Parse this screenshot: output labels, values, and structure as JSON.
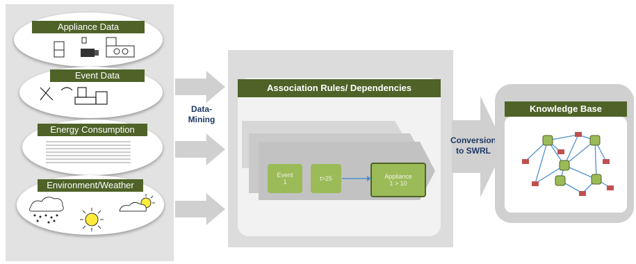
{
  "sources": {
    "appliance": "Appliance Data",
    "event": "Event Data",
    "energy": "Energy Consumption",
    "weather": "Environment/Weather"
  },
  "data_mining": "Data-\nMining",
  "association": {
    "header": "Association Rules/ Dependencies",
    "node_event": "Event\n1",
    "node_rule": "t>25",
    "node_appliance": "Appliance\n1 > 10"
  },
  "conversion": "Conversion\nto SWRL",
  "knowledge_base": {
    "header": "Knowledge Base"
  },
  "colors": {
    "dark_green": "#4f6228",
    "light_green": "#9bbb59",
    "network_line": "#4f8fcc",
    "network_red": "#c0504d",
    "label_blue": "#1f3864"
  }
}
